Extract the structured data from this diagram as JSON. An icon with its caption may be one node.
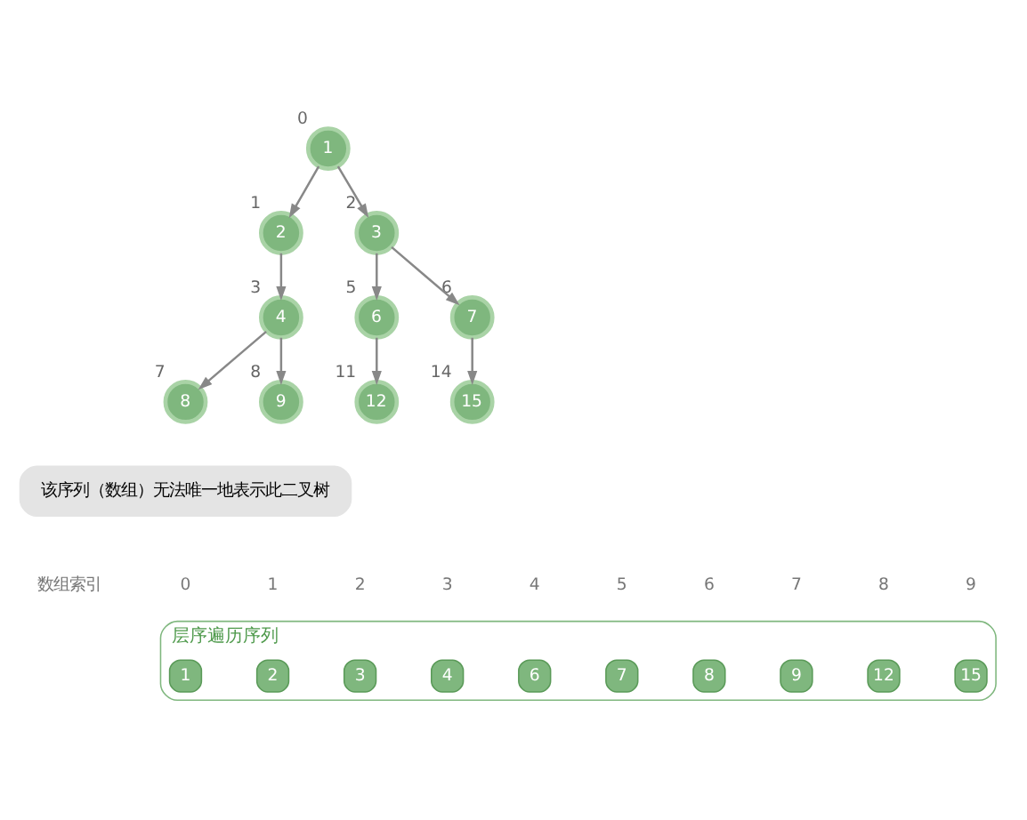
{
  "diagram": {
    "nodes": [
      {
        "text": [
          "1"
        ],
        "beside": [
          "0"
        ]
      },
      {
        "text": [
          "2"
        ],
        "beside": [
          "1"
        ]
      },
      {
        "text": [
          "3"
        ],
        "beside": [
          "2"
        ]
      },
      {
        "text": [
          "4"
        ],
        "beside": [
          "3"
        ]
      },
      {
        "text": [
          "6"
        ],
        "beside": [
          "5"
        ]
      },
      {
        "text": [
          "7"
        ],
        "beside": [
          "6"
        ]
      },
      {
        "text": [
          "8"
        ],
        "beside": [
          "7"
        ]
      },
      {
        "text": [
          "9"
        ],
        "beside": [
          "8"
        ]
      },
      {
        "text": [
          "12"
        ],
        "beside": [
          "11"
        ]
      },
      {
        "text": [
          "15"
        ],
        "beside": [
          "14"
        ]
      },
      {
        "text": [
          "该序列（数组）无法唯一地表示此二叉树"
        ]
      },
      {
        "text": [
          "层序遍历序列"
        ]
      },
      {
        "text": [
          "1"
        ],
        "in": 11
      },
      {
        "text": [
          "2"
        ],
        "in": 11
      },
      {
        "text": [
          "3"
        ],
        "in": 11
      },
      {
        "text": [
          "4"
        ],
        "in": 11
      },
      {
        "text": [
          "6"
        ],
        "in": 11
      },
      {
        "text": [
          "7"
        ],
        "in": 11
      },
      {
        "text": [
          "8"
        ],
        "in": 11
      },
      {
        "text": [
          "9"
        ],
        "in": 11
      },
      {
        "text": [
          "12"
        ],
        "in": 11
      },
      {
        "text": [
          "15"
        ],
        "in": 11
      }
    ],
    "edges": [
      {
        "from": 0,
        "to": 1,
        "arrow": "to"
      },
      {
        "from": 0,
        "to": 2,
        "arrow": "to"
      },
      {
        "from": 1,
        "to": 3,
        "arrow": "to"
      },
      {
        "from": 2,
        "to": 4,
        "arrow": "to"
      },
      {
        "from": 2,
        "to": 5,
        "arrow": "to"
      },
      {
        "from": 3,
        "to": 6,
        "arrow": "to"
      },
      {
        "from": 3,
        "to": 7,
        "arrow": "to"
      },
      {
        "from": 4,
        "to": 8,
        "arrow": "to"
      },
      {
        "from": 5,
        "to": 9,
        "arrow": "to"
      }
    ],
    "labels": [
      "数组索引",
      "0",
      "1",
      "2",
      "3",
      "4",
      "5",
      "6",
      "7",
      "8",
      "9"
    ]
  }
}
